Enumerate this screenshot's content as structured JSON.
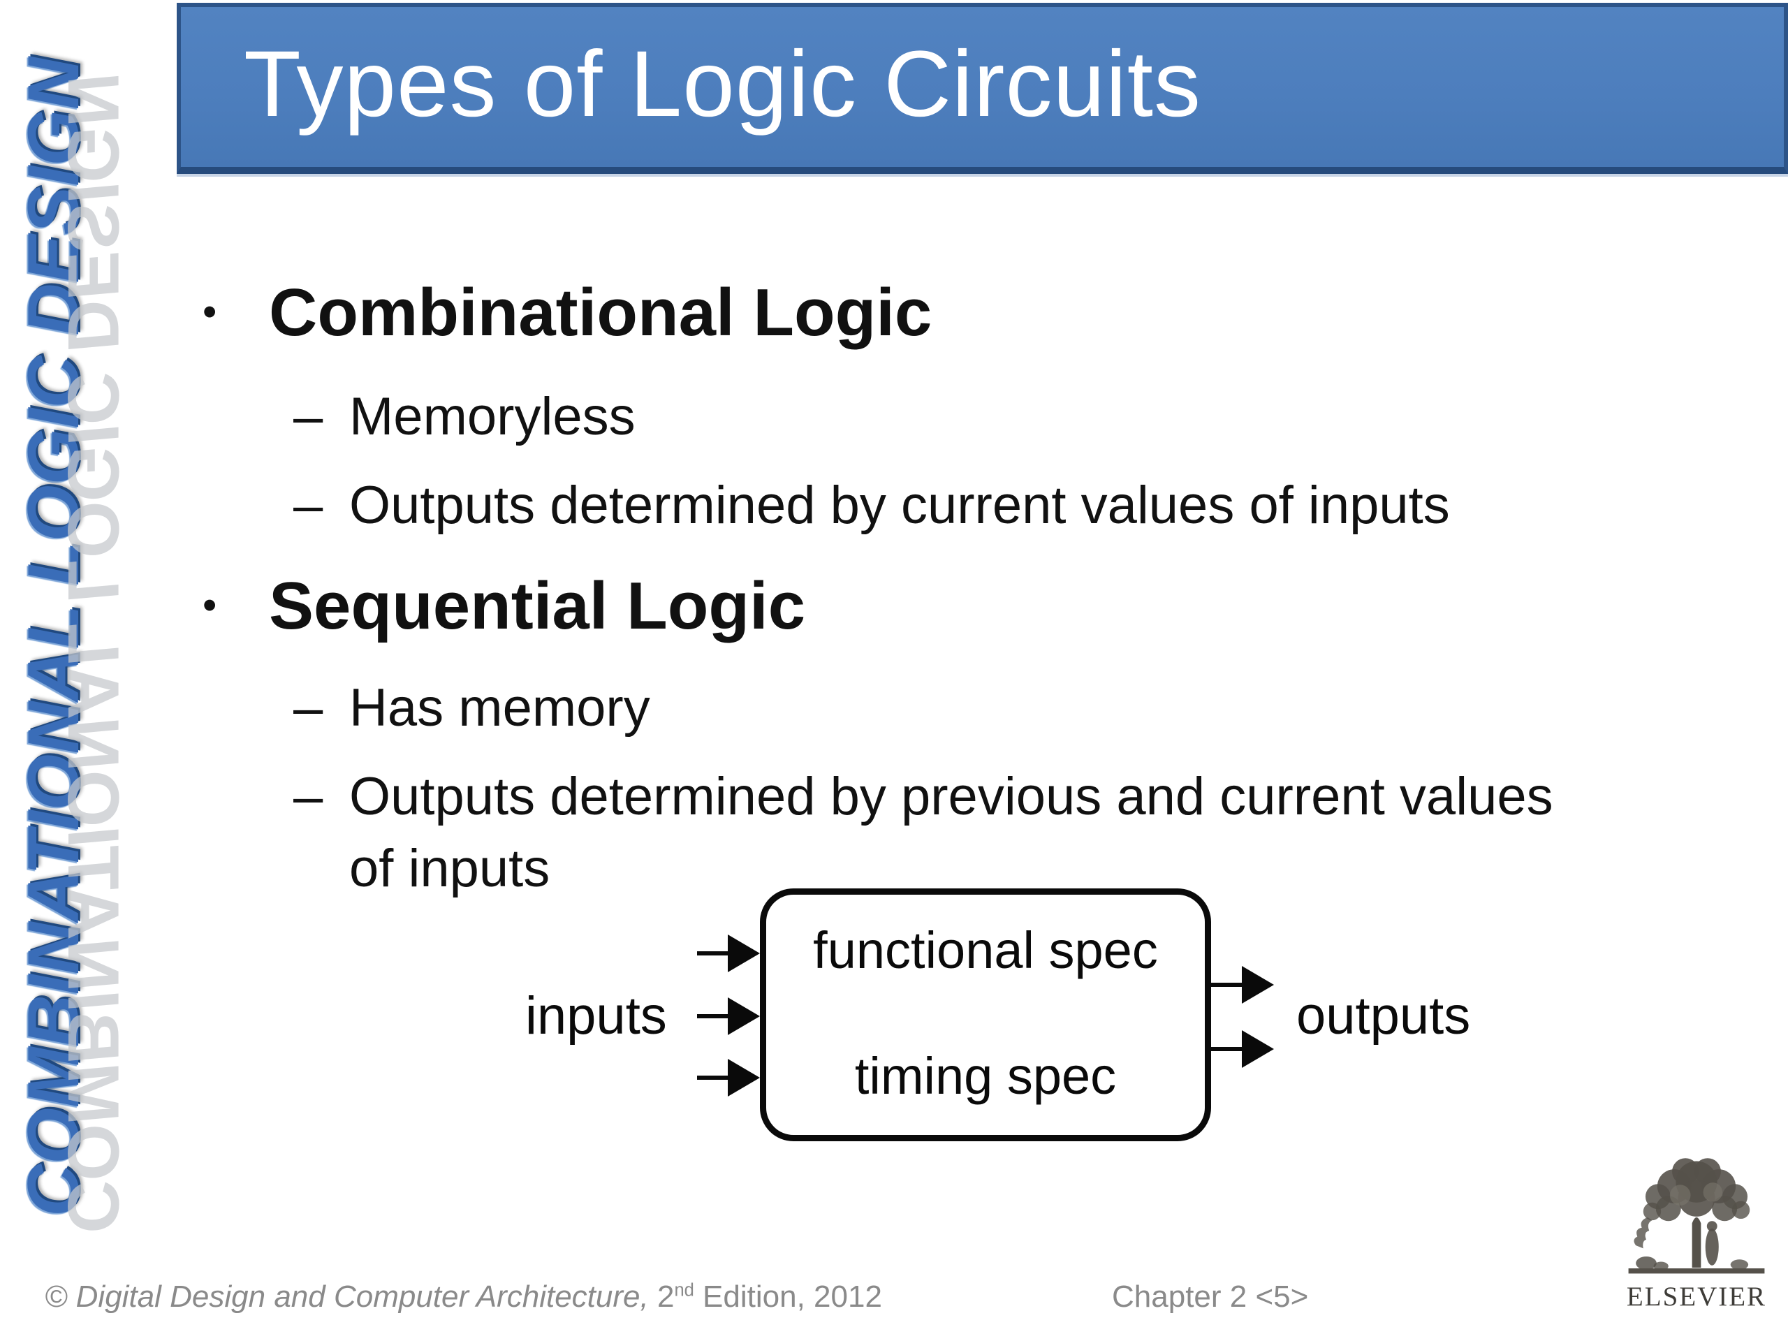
{
  "slide": {
    "title": "Types of Logic Circuits",
    "side_banner": "COMBINATIONAL LOGIC DESIGN"
  },
  "content": {
    "bullet_char": "•",
    "dash_char": "–",
    "items": [
      {
        "level": 1,
        "text": "Combinational Logic"
      },
      {
        "level": 2,
        "text": "Memoryless"
      },
      {
        "level": 2,
        "text": "Outputs determined by current values of inputs"
      },
      {
        "level": 1,
        "text": "Sequential Logic"
      },
      {
        "level": 2,
        "text": "Has memory"
      },
      {
        "level": 2,
        "text": "Outputs determined by previous and current values of inputs"
      }
    ]
  },
  "diagram": {
    "box_top_label": "functional spec",
    "box_bottom_label": "timing spec",
    "inputs_label": "inputs",
    "outputs_label": "outputs",
    "input_arrow_count": 3,
    "output_arrow_count": 2
  },
  "footer": {
    "copyright_italic": "© Digital Design and Computer Architecture,",
    "edition_number": " 2",
    "edition_superscript": "nd",
    "edition_suffix": " Edition, 2012",
    "chapter": "Chapter 2 <5>",
    "publisher": "ELSEVIER"
  },
  "colors": {
    "title_bar_fill": "#4D7EBD",
    "title_bar_border": "#2D5488",
    "title_text": "#FFFFFF",
    "body_text": "#111111",
    "banner_blue": "#3A6DB8",
    "banner_reflection": "#C6C9CD",
    "diagram_ink": "#0A0A0A",
    "footer_gray": "#8A8A8A",
    "logo_ink": "#55514A"
  }
}
